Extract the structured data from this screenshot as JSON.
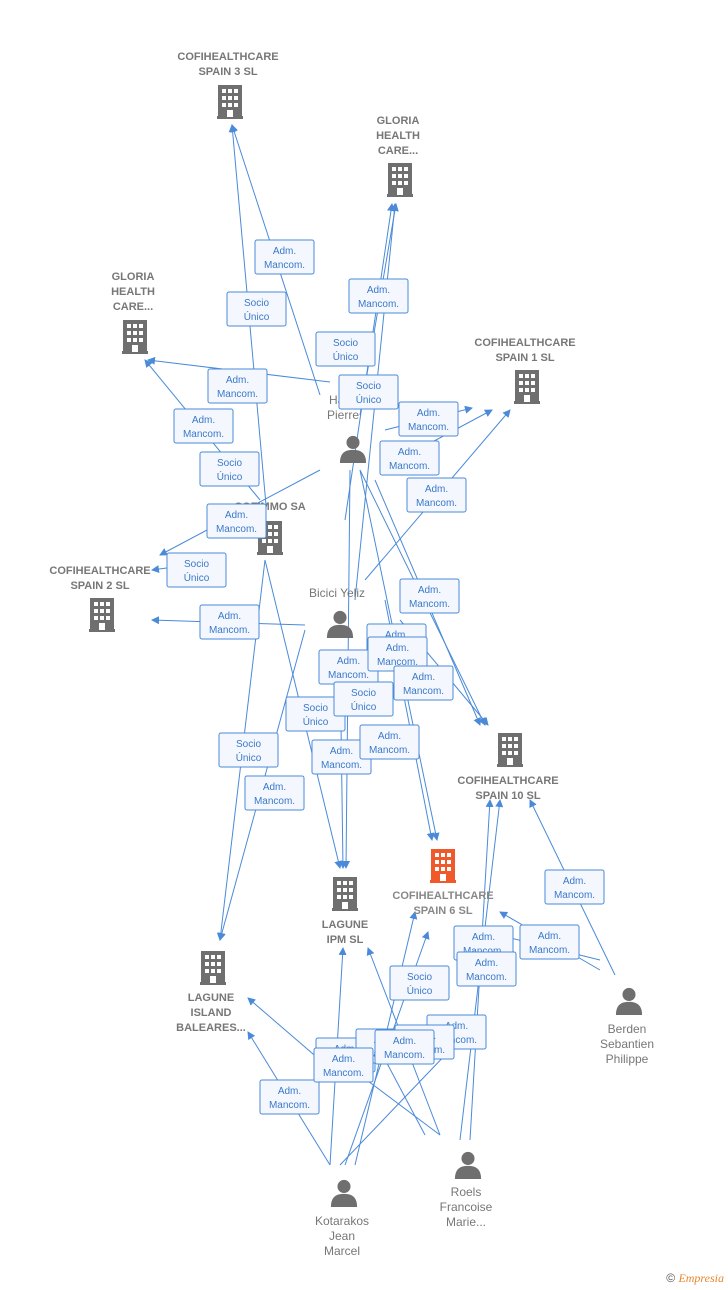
{
  "companies": [
    {
      "id": "cofi3",
      "label": [
        "COFIHEALTHCARE",
        "SPAIN 3  SL"
      ],
      "color": "#6f6f6f"
    },
    {
      "id": "gloria1",
      "label": [
        "GLORIA",
        "HEALTH",
        "CARE..."
      ],
      "color": "#6f6f6f"
    },
    {
      "id": "gloria2",
      "label": [
        "GLORIA",
        "HEALTH",
        "CARE..."
      ],
      "color": "#6f6f6f"
    },
    {
      "id": "cofi1",
      "label": [
        "COFIHEALTHCARE",
        "SPAIN 1  SL"
      ],
      "color": "#6f6f6f"
    },
    {
      "id": "cofimmo",
      "label": [
        "COFIMMO SA"
      ],
      "color": "#6f6f6f"
    },
    {
      "id": "cofi2",
      "label": [
        "COFIHEALTHCARE",
        "SPAIN 2  SL"
      ],
      "color": "#6f6f6f"
    },
    {
      "id": "cofi10",
      "label": [
        "COFIHEALTHCARE",
        "SPAIN 10  SL"
      ],
      "color": "#6f6f6f"
    },
    {
      "id": "cofi6",
      "label": [
        "COFIHEALTHCARE",
        "SPAIN 6  SL"
      ],
      "color": "#f0592a"
    },
    {
      "id": "lagune_ipm",
      "label": [
        "LAGUNE",
        "IPM  SL"
      ],
      "color": "#6f6f6f"
    },
    {
      "id": "lagune_island",
      "label": [
        "LAGUNE",
        "ISLAND",
        "BALEARES..."
      ],
      "color": "#6f6f6f"
    }
  ],
  "persons": [
    {
      "id": "hans",
      "label": [
        "Hans",
        "Pierre"
      ]
    },
    {
      "id": "bicici",
      "label": [
        "Bicici Yeliz"
      ]
    },
    {
      "id": "berden",
      "label": [
        "Berden",
        "Sebantien",
        "Philippe"
      ]
    },
    {
      "id": "roels",
      "label": [
        "Roels",
        "Francoise",
        "Marie..."
      ]
    },
    {
      "id": "kotarakos",
      "label": [
        "Kotarakos",
        "Jean",
        "Marcel"
      ]
    }
  ],
  "edge_labels": [
    [
      "Adm.",
      "Mancom."
    ],
    [
      "Socio",
      "Único"
    ],
    [
      "Adm.",
      "Mancom."
    ],
    [
      "Socio",
      "Único"
    ],
    [
      "Adm.",
      "Mancom."
    ],
    [
      "Adm.",
      "Mancom."
    ],
    [
      "Socio",
      "Único"
    ],
    [
      "Adm.",
      "Mancom."
    ],
    [
      "Adm.",
      "Mancom."
    ],
    [
      "Socio",
      "Único"
    ],
    [
      "Adm.",
      "Mancom."
    ],
    [
      "Adm.",
      "Mancom."
    ],
    [
      "Socio",
      "Único"
    ],
    [
      "Adm.",
      "Mancom."
    ],
    [
      "Adm.",
      "Mancom."
    ],
    [
      "Adm.",
      "Mancom."
    ],
    [
      "Socio",
      "Único"
    ],
    [
      "Adm.",
      "Mancom."
    ],
    [
      "Adm.",
      "Mancom."
    ],
    [
      "Adm.",
      "Mancom."
    ],
    [
      "Socio",
      "Único"
    ],
    [
      "Socio",
      "Único"
    ],
    [
      "Adm.",
      "Mancom."
    ],
    [
      "Adm.",
      "Mancom."
    ],
    [
      "Socio",
      "Único"
    ],
    [
      "Adm.",
      "Mancom."
    ],
    [
      "Adm.",
      "Mancom."
    ],
    [
      "Adm.",
      "Mancom."
    ],
    [
      "Adm.",
      "Mancom."
    ],
    [
      "Adm.",
      "Mancom."
    ],
    [
      "Adm.",
      "Mancom."
    ],
    [
      "Adm.",
      "Mancom."
    ],
    [
      "Adm.",
      "Mancom."
    ],
    [
      "Adm.",
      "Mancom."
    ],
    [
      "Adm.",
      "Mancom."
    ],
    [
      "Adm.",
      "Mancom."
    ],
    [
      "Adm.",
      "Mancom."
    ]
  ],
  "footer": {
    "copyright": "©",
    "brand": "Empresia"
  },
  "colors": {
    "edge": "#4a8ad8",
    "node": "#6f6f6f",
    "focus": "#f0592a"
  }
}
